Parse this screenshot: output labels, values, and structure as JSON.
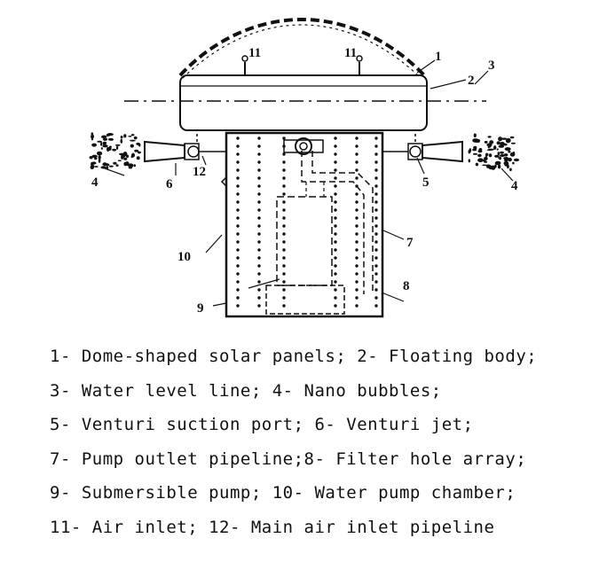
{
  "callouts": {
    "n1": "1",
    "n2": "2",
    "n3": "3",
    "n4a": "4",
    "n4b": "4",
    "n5": "5",
    "n6": "6",
    "n7": "7",
    "n8": "8",
    "n9": "9",
    "n10": "10",
    "n11a": "11",
    "n11b": "11",
    "n12": "12"
  },
  "legend": [
    "1- Dome-shaped solar panels; 2- Floating body;",
    "3- Water level line; 4- Nano bubbles;",
    "5- Venturi suction port; 6- Venturi jet;",
    "7- Pump outlet pipeline;8- Filter hole array;",
    "9- Submersible pump; 10- Water pump chamber;",
    "11- Air inlet; 12- Main air inlet pipeline"
  ]
}
